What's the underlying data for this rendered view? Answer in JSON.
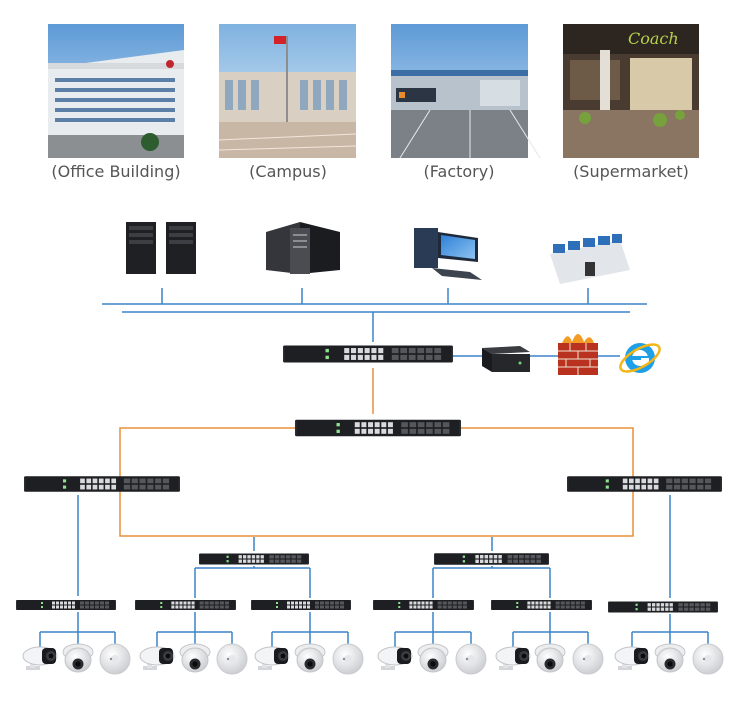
{
  "locations": [
    {
      "label": "(Office Building)"
    },
    {
      "label": "(Campus)"
    },
    {
      "label": "(Factory)"
    },
    {
      "label": "(Supermarket)"
    }
  ],
  "storefront_sign": "Coach",
  "colors": {
    "blue_link": "#3b84c9",
    "orange_link": "#e8903a",
    "switch_body": "#1e1f22"
  },
  "icons": [
    "server-tower-icon",
    "rack-server-icon",
    "workstation-computer-icon",
    "monitoring-console-icon",
    "router-icon",
    "firewall-icon",
    "internet-explorer-icon",
    "bullet-camera-icon",
    "dome-camera-icon",
    "ceiling-camera-icon"
  ]
}
